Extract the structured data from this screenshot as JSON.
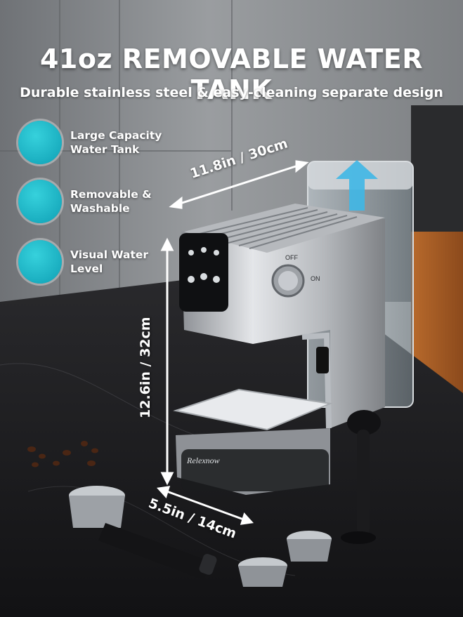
{
  "headline": "41oz REMOVABLE WATER TANK",
  "subheadline": "Durable stainless steel & easy-cleaning separate design",
  "features": [
    {
      "icon": "water-tank-icon",
      "line1": "Large Capacity",
      "line2": "Water Tank"
    },
    {
      "icon": "expand-arrows-icon",
      "line1": "Removable &",
      "line2": "Washable"
    },
    {
      "icon": "water-level-drop-icon",
      "line1": "Visual Water",
      "line2": "Level"
    }
  ],
  "dimensions": {
    "depth": "11.8in / 30cm",
    "height": "12.6in / 32cm",
    "width": "5.5in / 14cm"
  },
  "brand": "Relexnow",
  "knob_labels": {
    "off": "OFF",
    "on": "ON"
  },
  "colors": {
    "accent": "#17b6c8",
    "counter": "#1c1c1e",
    "wall": "#8a8d90",
    "steel": "#c9ccd0"
  }
}
